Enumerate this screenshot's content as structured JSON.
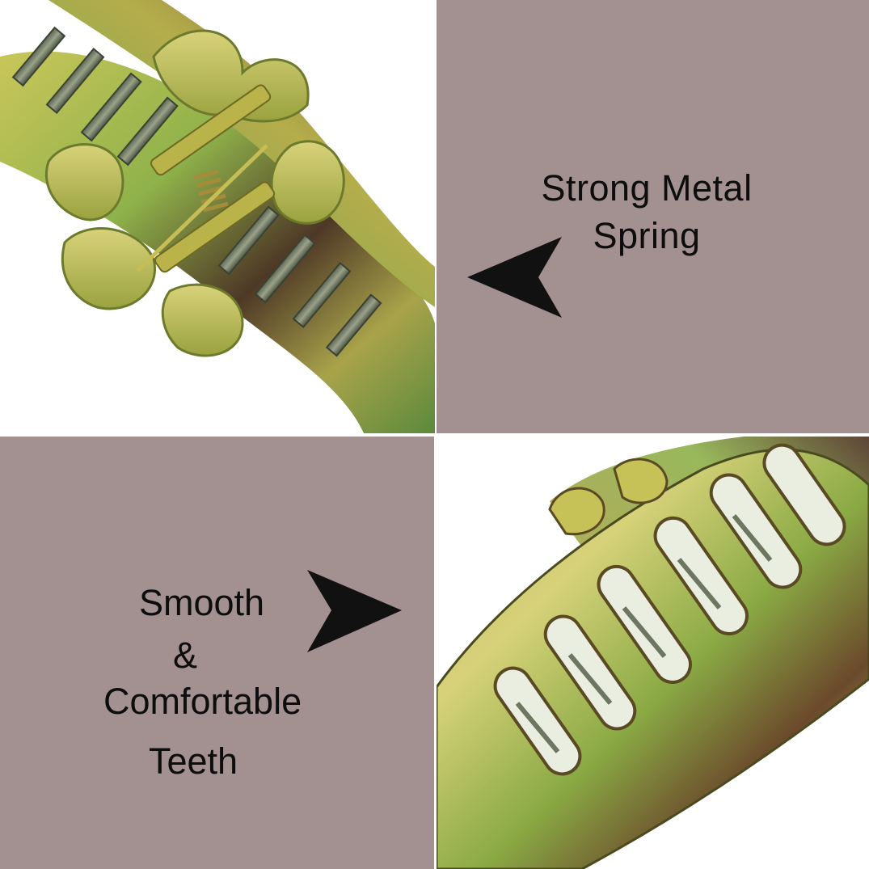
{
  "panels": {
    "top_right": {
      "caption_line1": "Strong Metal",
      "caption_line2": "Spring",
      "arrow_direction": "left"
    },
    "bottom_left": {
      "caption_line1": "Smooth",
      "caption_line2": "&",
      "caption_line3": "Comfortable",
      "caption_line4": "Teeth",
      "arrow_direction": "right"
    }
  },
  "colors": {
    "panel_background": "#a39090",
    "text": "#0d0d0d",
    "arrow": "#111111",
    "clip_green": "#9bb84a",
    "clip_brown": "#5a3a22"
  }
}
